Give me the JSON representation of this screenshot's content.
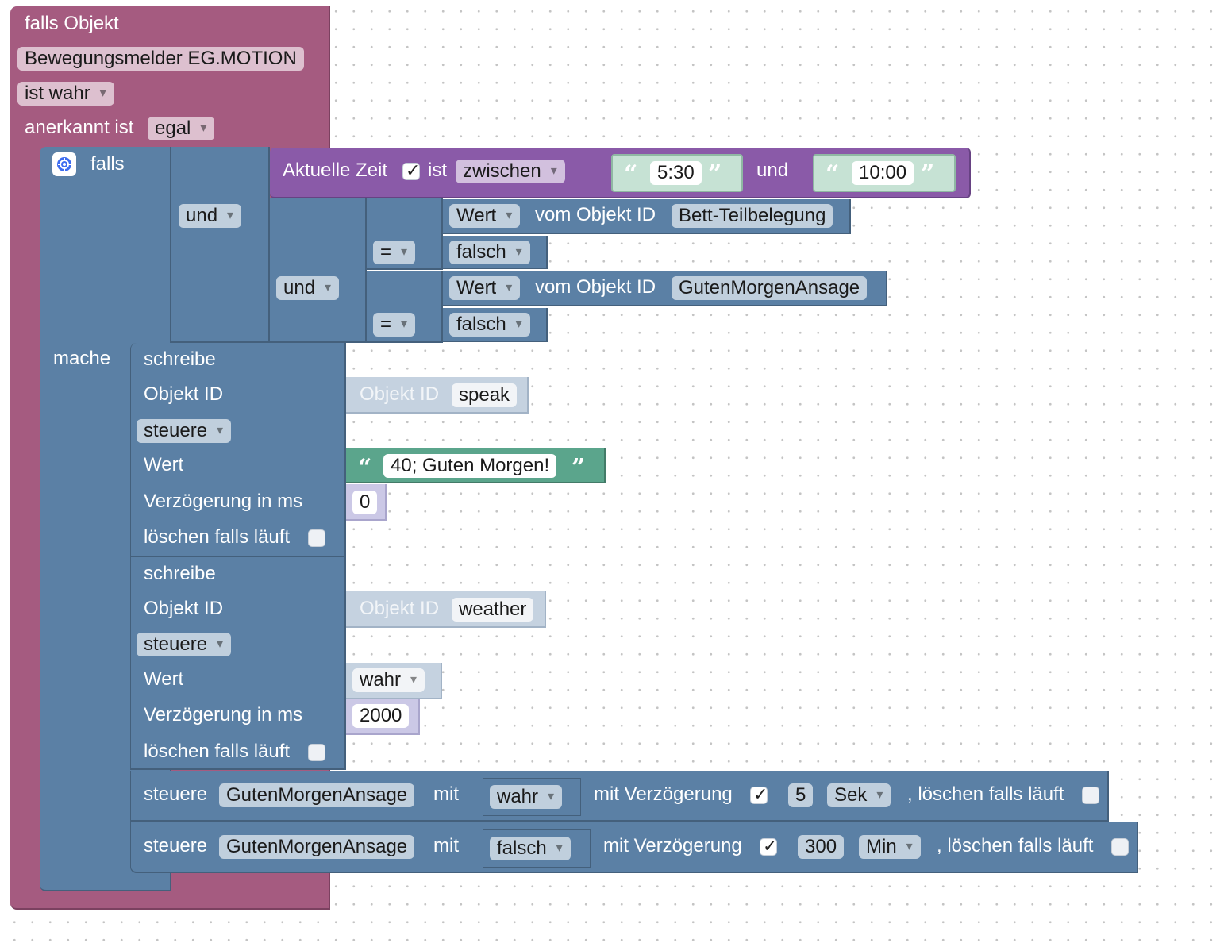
{
  "trigger": {
    "header": "falls Objekt",
    "object": "Bewegungsmelder EG.MOTION",
    "condition": "ist wahr",
    "ack_label": "anerkannt ist",
    "ack_value": "egal"
  },
  "if_block": {
    "falls_label": "falls",
    "mache_label": "mache",
    "time": {
      "label": "Aktuelle Zeit",
      "ist_label": "ist",
      "op": "zwischen",
      "from": "5:30",
      "und_label": "und",
      "to": "10:00",
      "quote_open": "“",
      "quote_close": "”"
    },
    "and_outer": "und",
    "and_inner": "und",
    "cmp1": {
      "mode": "Wert",
      "label": "vom Objekt ID",
      "object": "Bett-Teilbelegung",
      "op": "=",
      "value": "falsch"
    },
    "cmp2": {
      "mode": "Wert",
      "label": "vom Objekt ID",
      "object": "GutenMorgenAnsage",
      "op": "=",
      "value": "falsch"
    }
  },
  "write1": {
    "title": "schreibe",
    "oid_label": "Objekt ID",
    "oid_block_label": "Objekt ID",
    "oid_value": "speak",
    "mode": "steuere",
    "value_label": "Wert",
    "value": "40; Guten Morgen!",
    "delay_label": "Verzögerung in ms",
    "delay": "0",
    "clear_label": "löschen falls läuft"
  },
  "write2": {
    "title": "schreibe",
    "oid_label": "Objekt ID",
    "oid_block_label": "Objekt ID",
    "oid_value": "weather",
    "mode": "steuere",
    "value_label": "Wert",
    "value": "wahr",
    "delay_label": "Verzögerung in ms",
    "delay": "2000",
    "clear_label": "löschen falls läuft"
  },
  "control1": {
    "label": "steuere",
    "object": "GutenMorgenAnsage",
    "mit_label": "mit",
    "value": "wahr",
    "delay_label": "mit Verzögerung",
    "delay": "5",
    "unit": "Sek",
    "clear_label": ", löschen falls läuft"
  },
  "control2": {
    "label": "steuere",
    "object": "GutenMorgenAnsage",
    "mit_label": "mit",
    "value": "falsch",
    "delay_label": "mit Verzögerung",
    "delay": "300",
    "unit": "Min",
    "clear_label": ", löschen falls läuft"
  },
  "icons": {
    "settings": "gear-icon",
    "dropdown": "chevron-down-icon",
    "checkbox_checked": "check-icon"
  },
  "colors": {
    "trigger": "#a55b80",
    "logic": "#5b80a5",
    "time": "#8a5aa8",
    "text": "#5ba58c",
    "workspace_dots": "#c4c4c4"
  }
}
